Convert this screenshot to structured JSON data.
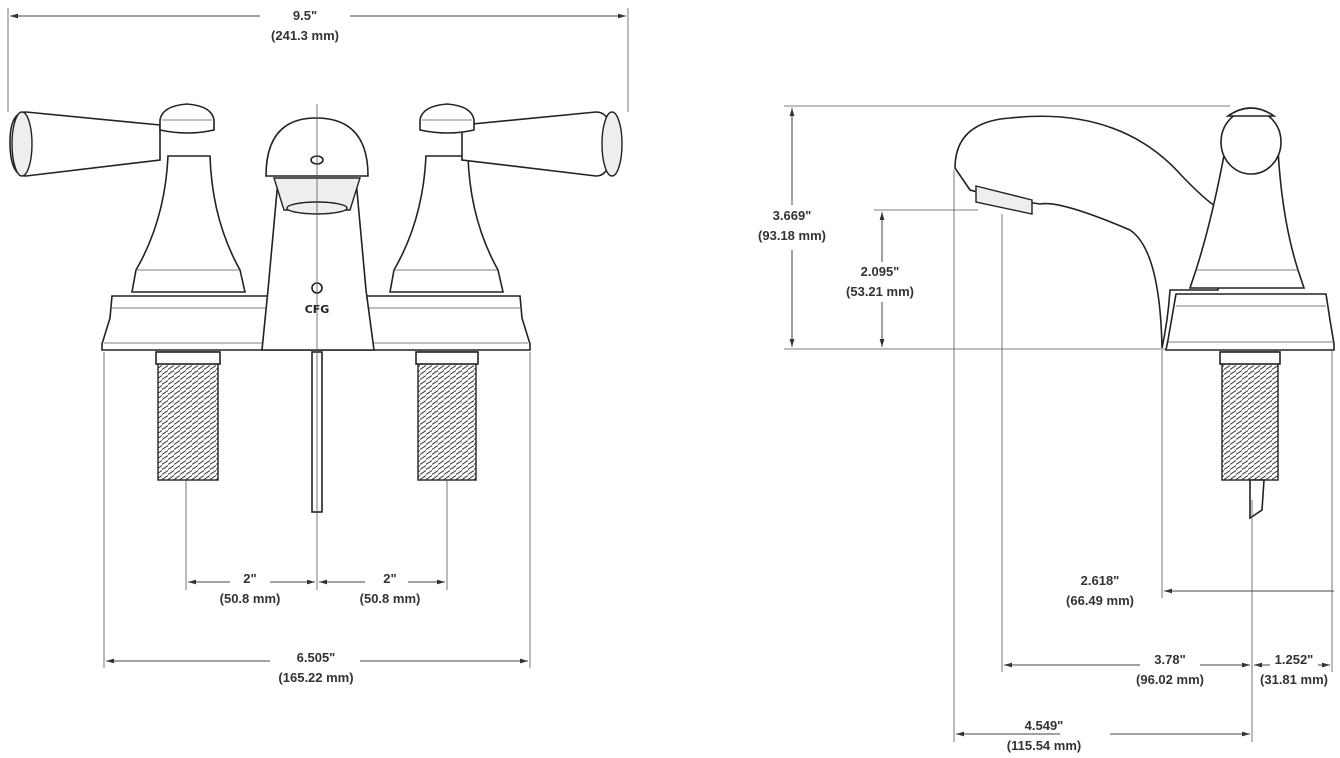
{
  "logo_text": "CFG",
  "dimensions": {
    "overall_width": {
      "imperial": "9.5\"",
      "metric": "(241.3 mm)"
    },
    "left_spacing": {
      "imperial": "2\"",
      "metric": "(50.8 mm)"
    },
    "right_spacing": {
      "imperial": "2\"",
      "metric": "(50.8 mm)"
    },
    "base_width": {
      "imperial": "6.505\"",
      "metric": "(165.22 mm)"
    },
    "overall_height": {
      "imperial": "3.669\"",
      "metric": "(93.18 mm)"
    },
    "spout_height": {
      "imperial": "2.095\"",
      "metric": "(53.21 mm)"
    },
    "spout_base": {
      "imperial": "2.618\"",
      "metric": "(66.49 mm)"
    },
    "spout_reach": {
      "imperial": "3.78\"",
      "metric": "(96.02 mm)"
    },
    "rear_depth": {
      "imperial": "1.252\"",
      "metric": "(31.81 mm)"
    },
    "overall_depth": {
      "imperial": "4.549\"",
      "metric": "(115.54 mm)"
    }
  }
}
